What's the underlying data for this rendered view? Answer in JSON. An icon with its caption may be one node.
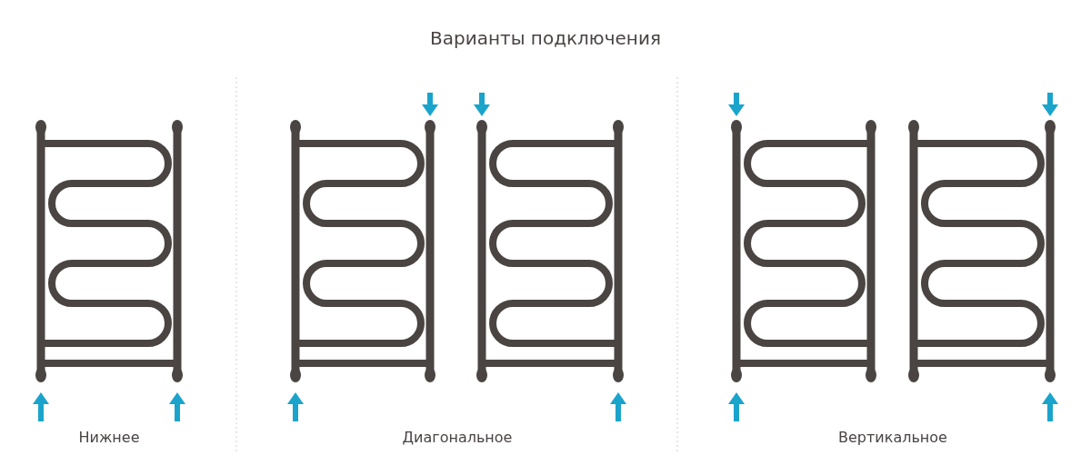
{
  "diagram": {
    "title": "Варианты подключения",
    "labels": [
      "Нижнее",
      "Диагональное",
      "Вертикальное"
    ]
  }
}
